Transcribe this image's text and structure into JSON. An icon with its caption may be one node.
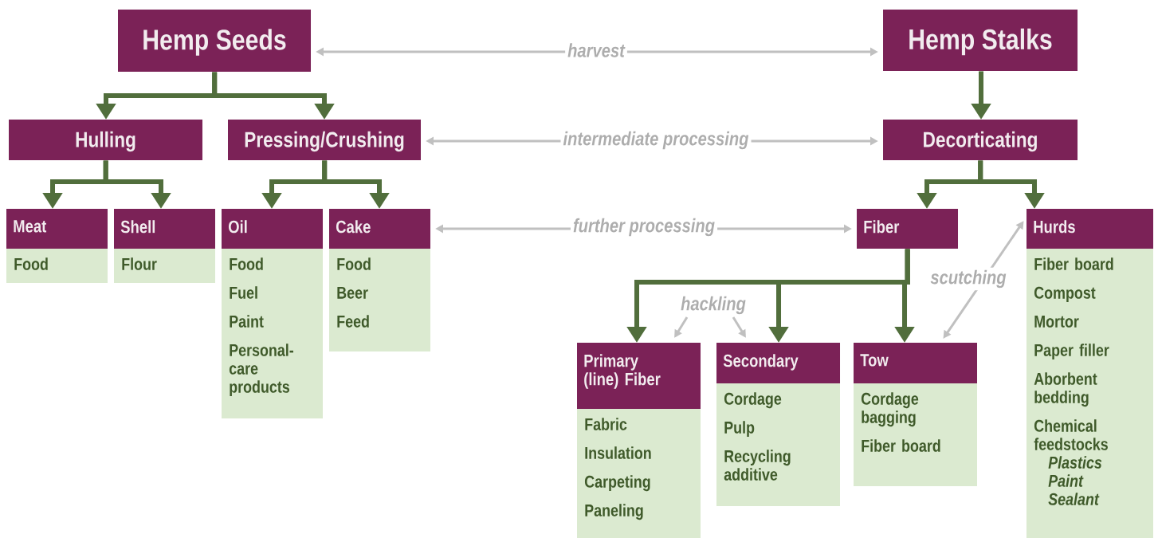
{
  "diagram": {
    "nodes": [
      {
        "text": [
          "Hemp Seeds"
        ]
      },
      {
        "text": [
          "Hemp Stalks"
        ]
      },
      {
        "text": [
          "Hulling"
        ]
      },
      {
        "text": [
          "Pressing/Crushing"
        ]
      },
      {
        "text": [
          "Decorticating"
        ]
      },
      {
        "text": [
          "Meat",
          "Food"
        ]
      },
      {
        "text": [
          "Shell",
          "Flour"
        ]
      },
      {
        "text": [
          "Oil",
          "Food",
          "Fuel",
          "Paint",
          "Personal-care products"
        ]
      },
      {
        "text": [
          "Cake",
          "Food",
          "Beer",
          "Feed"
        ]
      },
      {
        "text": [
          "Fiber"
        ]
      },
      {
        "text": [
          "Hurds",
          "Fiber board",
          "Compost",
          "Mortor",
          "Paper filler",
          "Aborbent bedding",
          "Chemical feedstocks",
          "*Plastics*",
          "*Paint*",
          "*Sealant*"
        ]
      },
      {
        "text": [
          "hackling"
        ]
      },
      {
        "text": [
          "Primary (line) Fiber",
          "Fabric",
          "Insulation",
          "Carpeting",
          "Paneling"
        ]
      },
      {
        "text": [
          "Secondary",
          "Cordage",
          "Pulp",
          "Recycling additive"
        ]
      },
      {
        "text": [
          "Tow",
          "Cordage bagging",
          "Fiber board"
        ]
      }
    ],
    "edges": [
      {
        "from": 0,
        "to": 1,
        "arrow": "both",
        "label": "harvest",
        "color": "#c0c0c0"
      },
      {
        "from": 0,
        "to": 2,
        "arrow": "to"
      },
      {
        "from": 0,
        "to": 3,
        "arrow": "to"
      },
      {
        "from": 1,
        "to": 4,
        "arrow": "to"
      },
      {
        "from": 3,
        "to": 4,
        "arrow": "both",
        "label": "intermediate processing",
        "color": "#c0c0c0"
      },
      {
        "from": 2,
        "to": 5,
        "arrow": "to"
      },
      {
        "from": 2,
        "to": 6,
        "arrow": "to"
      },
      {
        "from": 3,
        "to": 7,
        "arrow": "to"
      },
      {
        "from": 3,
        "to": 8,
        "arrow": "to"
      },
      {
        "from": 4,
        "to": 9,
        "arrow": "to"
      },
      {
        "from": 4,
        "to": 10,
        "arrow": "to"
      },
      {
        "from": 8,
        "to": 9,
        "arrow": "both",
        "label": "further processing",
        "color": "#c0c0c0"
      },
      {
        "from": 9,
        "to": 12,
        "arrow": "to"
      },
      {
        "from": 9,
        "to": 13,
        "arrow": "to"
      },
      {
        "from": 9,
        "to": 14,
        "arrow": "to"
      },
      {
        "from": 11,
        "to": 12,
        "arrow": "to",
        "color": "#c0c0c0"
      },
      {
        "from": 11,
        "to": 13,
        "arrow": "to",
        "color": "#c0c0c0"
      },
      {
        "from": 14,
        "to": 10,
        "arrow": "both",
        "label": "scutching",
        "color": "#c0c0c0"
      }
    ]
  }
}
